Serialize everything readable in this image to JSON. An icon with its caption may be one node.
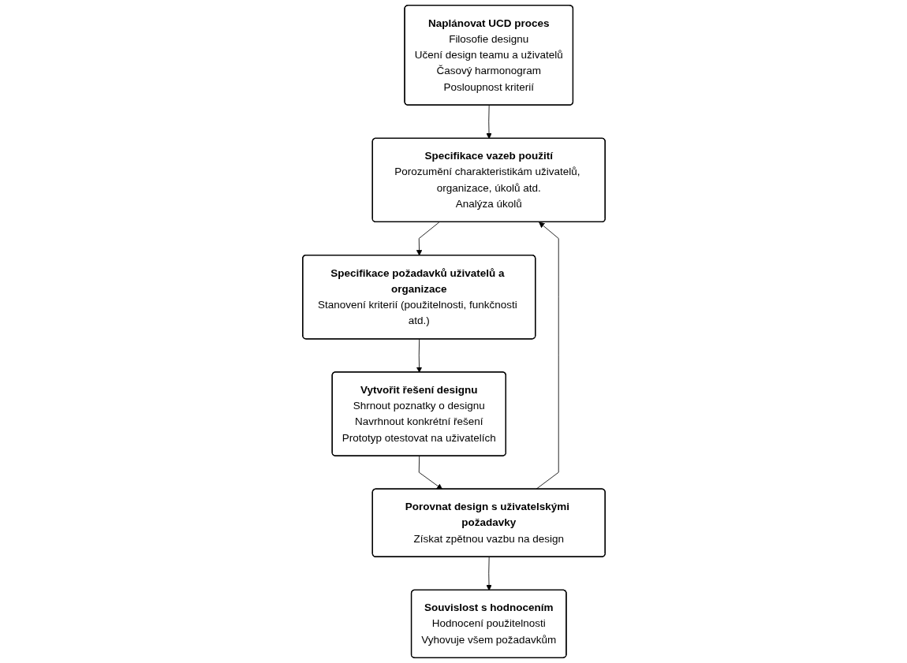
{
  "diagram": {
    "nodes": [
      {
        "text": [
          "Naplánovat UCD proces",
          "Filosofie designu",
          "Učení design teamu a uživatelů",
          "Časový harmonogram",
          "Posloupnost kriterií"
        ]
      },
      {
        "text": [
          "Souvislost s hodnocením",
          "Hodnocení použitelnosti",
          "Vyhovuje všem požadavkům"
        ]
      },
      {
        "text": [
          "Specifikace vazeb použití",
          "Porozumění charakteristikám uživatelů, organizace, úkolů atd.",
          "Analýza úkolů"
        ]
      },
      {
        "text": [
          "Porovnat design s uživatelskými požadavky",
          "Získat zpětnou vazbu na design"
        ]
      },
      {
        "text": [
          "Specifikace požadavků uživatelů a organizace",
          "Stanovení kriterií (použitelnosti, funkčnosti atd.)"
        ]
      },
      {
        "text": [
          "Vytvořit řešení designu",
          "Shrnout poznatky o designu",
          "Navrhnout konkrétní řešení",
          "Prototyp otestovat na uživatelích"
        ]
      }
    ],
    "edges": [
      {
        "from": 0,
        "to": 2,
        "arrow": "to"
      },
      {
        "from": 2,
        "to": 4,
        "arrow": "to"
      },
      {
        "from": 4,
        "to": 5,
        "arrow": "to"
      },
      {
        "from": 5,
        "to": 3,
        "arrow": "to"
      },
      {
        "from": 3,
        "to": 2,
        "arrow": "to"
      },
      {
        "from": 3,
        "to": 1,
        "arrow": "to"
      }
    ]
  }
}
